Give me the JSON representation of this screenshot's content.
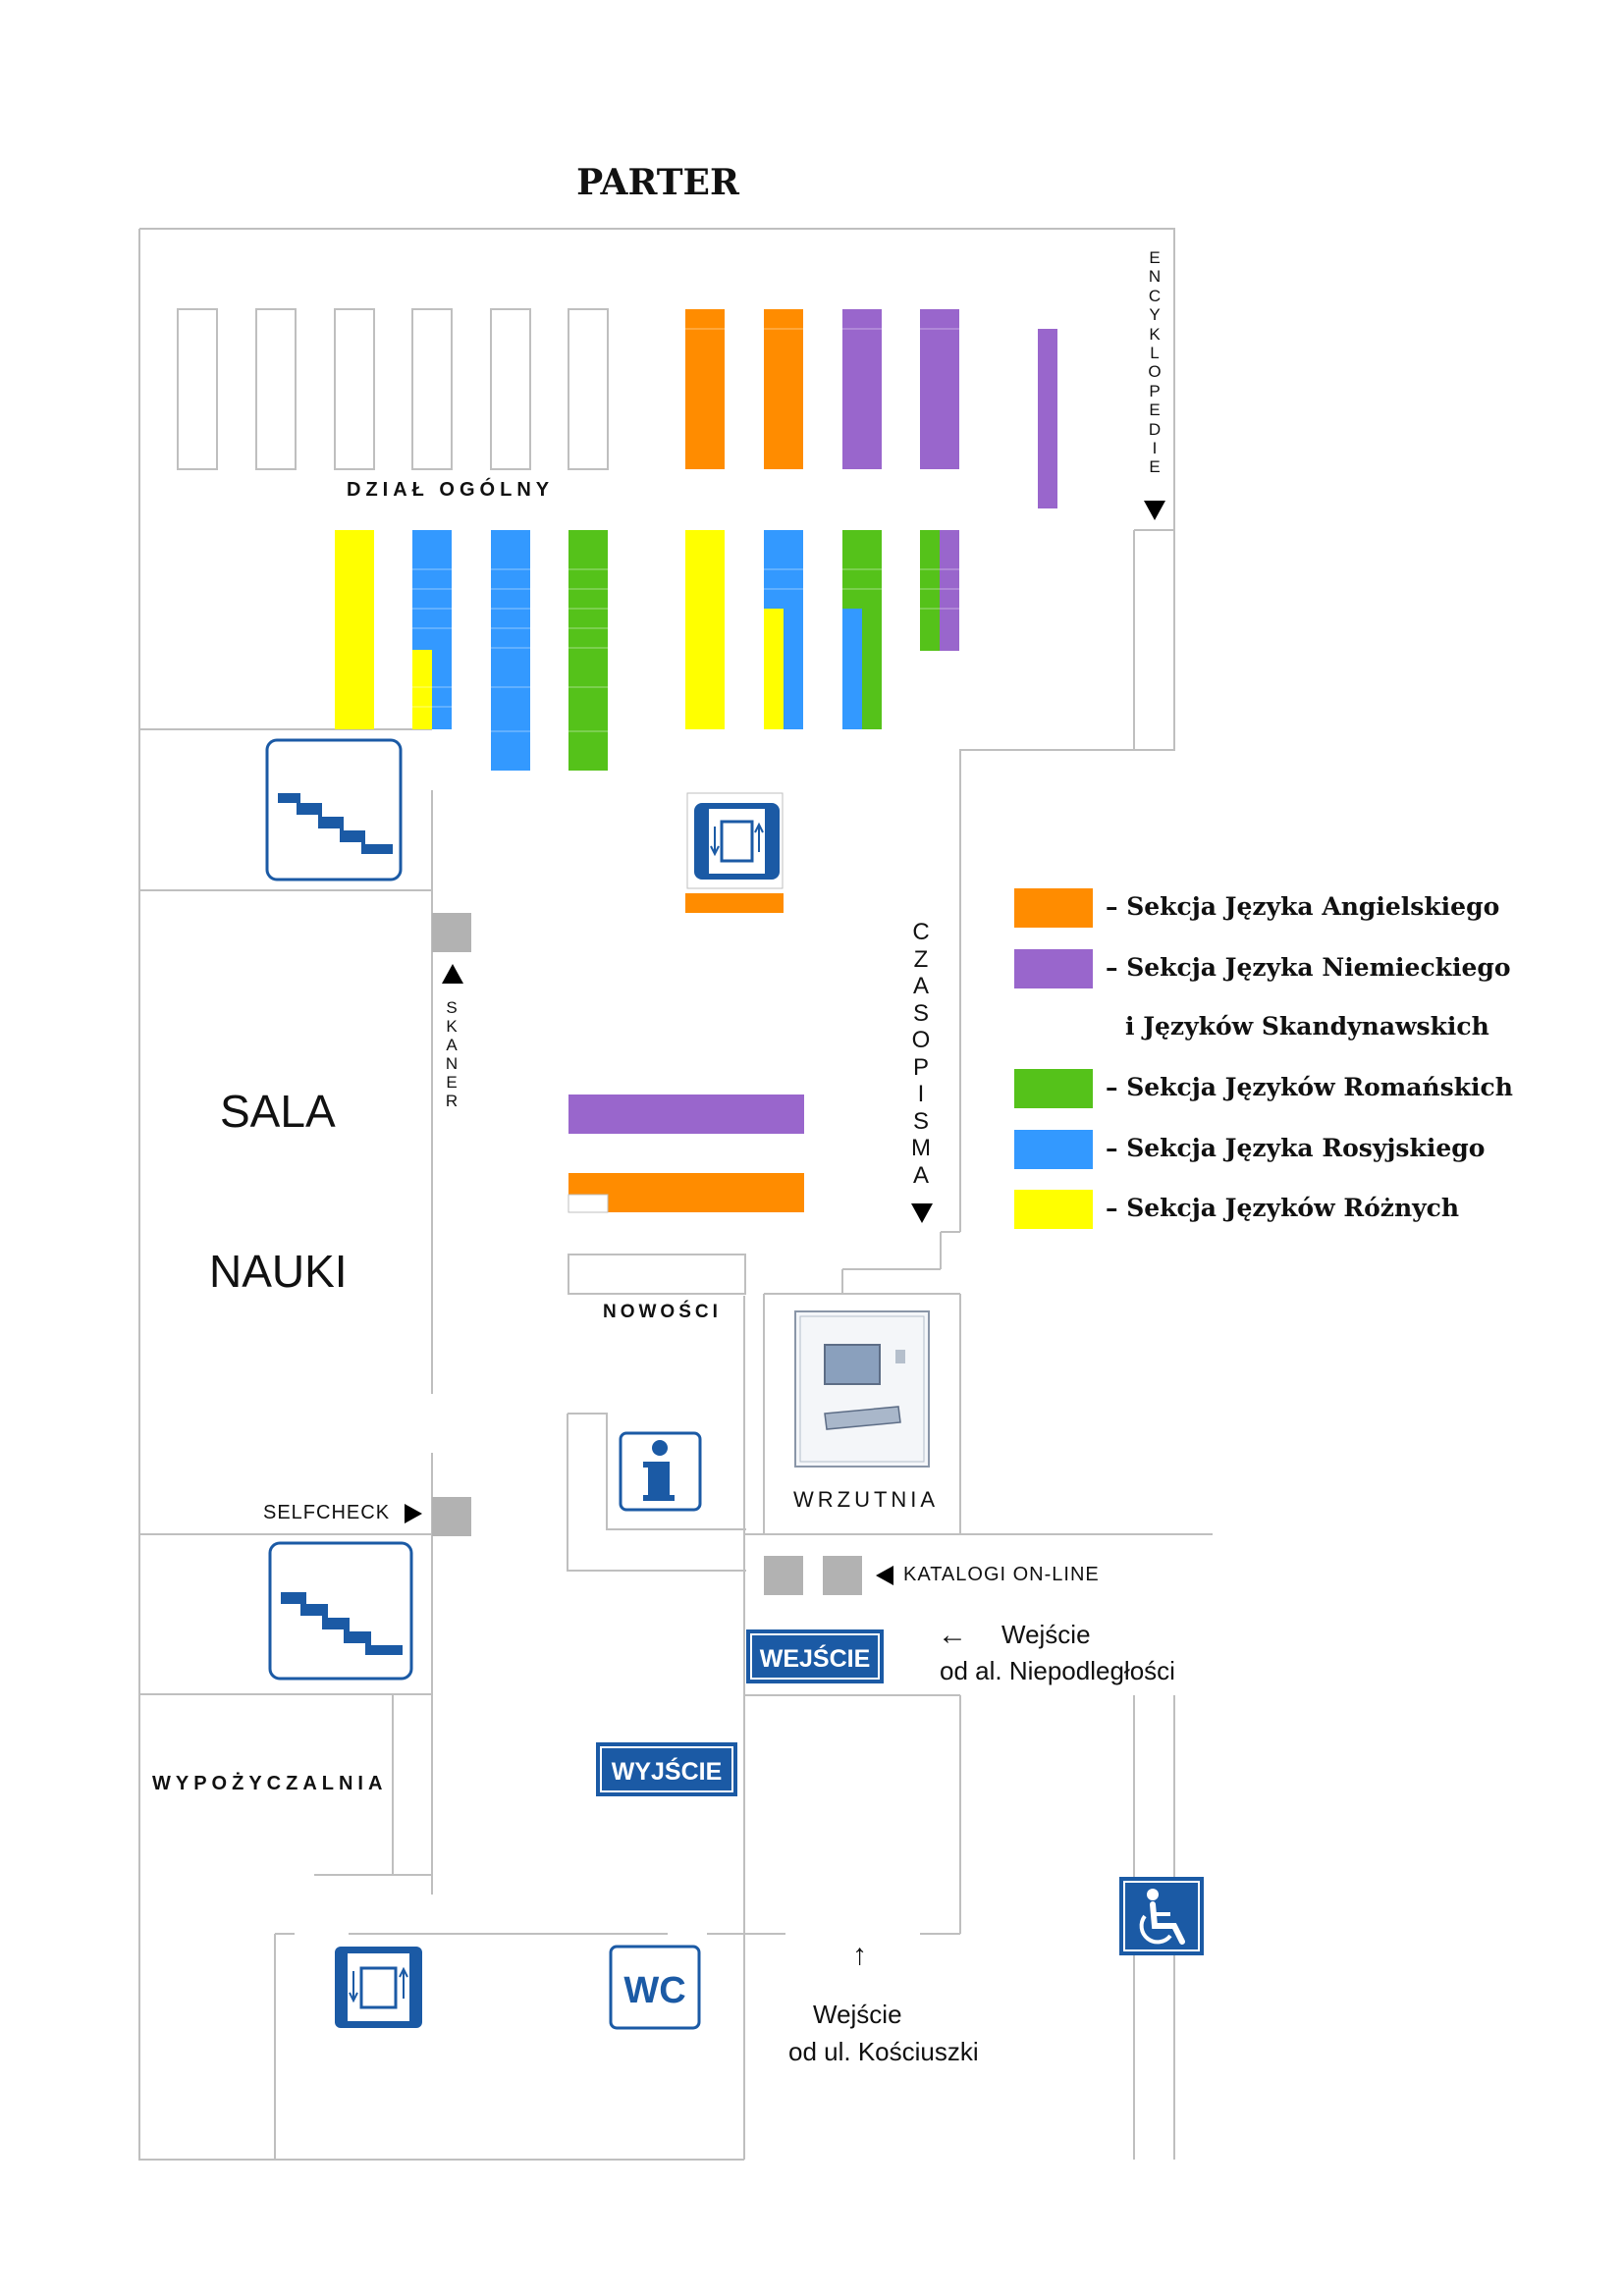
{
  "title": "PARTER",
  "labels": {
    "general": "DZIAŁ OGÓLNY",
    "encyclopedias": "ENCYKLOPEDIE",
    "scanner": "SKANER",
    "periodicals": "CZASOPISMA",
    "hall_1": "SALA",
    "hall_2": "NAUKI",
    "new_books": "NOWOŚCI",
    "selfcheck": "SELFCHECK",
    "drop_box": "WRZUTNIA",
    "catalogs": "KATALOGI ON-LINE",
    "lending": "WYPOŻYCZALNIA",
    "entrance_east_1": "Wejście",
    "entrance_east_2": "od al. Niepodległości",
    "entrance_south_1": "Wejście",
    "entrance_south_2": "od ul. Kościuszki",
    "arrow_left": "←",
    "arrow_up": "↑"
  },
  "signs": {
    "entrance": "WEJŚCIE",
    "exit": "WYJŚCIE",
    "toilet": "WC",
    "info": "i"
  },
  "colors": {
    "english": "#ff8c00",
    "german_scandinavian": "#9966cc",
    "romance": "#55c21a",
    "russian": "#3399ff",
    "various": "#ffff00",
    "sign_blue": "#1b5aa5",
    "device_grey": "#b2b2b2"
  },
  "legend": [
    {
      "color": "#ff8c00",
      "text": "– Sekcja Języka Angielskiego"
    },
    {
      "color": "#9966cc",
      "text": "– Sekcja Języka Niemieckiego"
    },
    {
      "color": "",
      "text": "i Języków Skandynawskich"
    },
    {
      "color": "#55c21a",
      "text": "– Sekcja Języków Romańskich"
    },
    {
      "color": "#3399ff",
      "text": "– Sekcja Języka Rosyjskiego"
    },
    {
      "color": "#ffff00",
      "text": "– Sekcja Języków Różnych"
    }
  ],
  "icons": [
    "stairs-icon",
    "stairs-icon",
    "elevator-icon",
    "elevator-icon",
    "information-icon",
    "wheelchair-icon",
    "wc-sign",
    "entrance-sign",
    "exit-sign",
    "drop-box-machine-icon"
  ]
}
